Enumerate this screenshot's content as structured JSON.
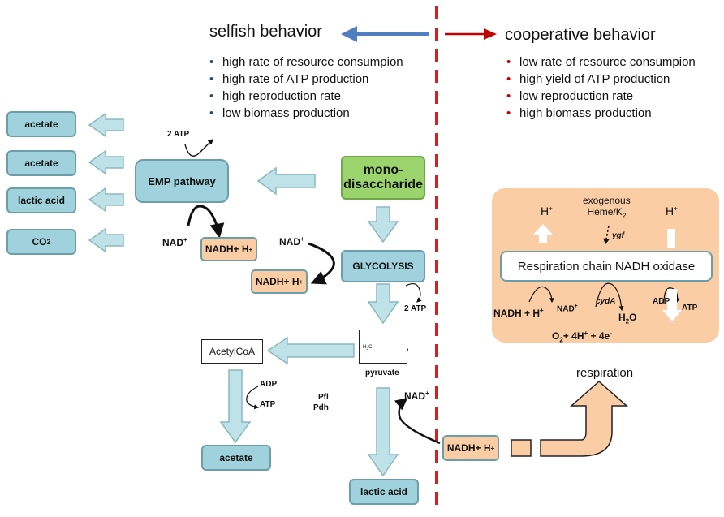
{
  "header": {
    "selfish": "selfish behavior",
    "cooperative": "cooperative behavior"
  },
  "selfish_points": [
    "high rate of resource consumpion",
    "high rate of ATP production",
    "high reproduction rate",
    "low biomass production"
  ],
  "cooperative_points": [
    "low rate of resource consumpion",
    "high yield of ATP production",
    "low reproduction rate",
    "high biomass production"
  ],
  "products_left": [
    "acetate",
    "acetate",
    "lactic acid",
    "CO"
  ],
  "co2_sub": "2",
  "emp": {
    "label": "EMP pathway",
    "atp": "2 ATP",
    "nad": "NAD",
    "nadh": "NADH+ H"
  },
  "mono": {
    "line1": "mono-",
    "line2": "disaccharide"
  },
  "glycolysis": {
    "label": "GLYCOLYSIS",
    "nad": "NAD",
    "nadh": "NADH+ H",
    "atp": "2 ATP"
  },
  "pyruvate": {
    "label": "pyruvate",
    "formula_left": "H",
    "formula_sub": "3",
    "formula_c": "C"
  },
  "acetylcoa": {
    "label": "AcetylCoA",
    "adp": "ADP",
    "atp": "ATP",
    "product": "acetate"
  },
  "enzymes": {
    "pfl": "Pfl",
    "pdh": "Pdh"
  },
  "lactic": {
    "product": "lactic acid",
    "nad": "NAD"
  },
  "resp_nadh": "NADH+ H",
  "respiration": {
    "label": "respiration",
    "h_left": "H",
    "h_right": "H",
    "exo_line1": "exogenous",
    "exo_line2": "Heme/K",
    "exo_sub": "2",
    "ygf": "ygf",
    "chain": "Respiration chain NADH oxidase",
    "nadh": "NADH + H",
    "nad": "NAD",
    "cyda": "cydA",
    "h2o_h": "H",
    "h2o_sub": "2",
    "h2o_o": "O",
    "adp": "ADP",
    "atp": "ATP",
    "o2": "O",
    "o2_sub": "2",
    "o2_rest": "+ 4H",
    "o2_tail": " + 4e"
  },
  "colors": {
    "teal": "#9fd2dc",
    "green": "#9bd36c",
    "peach": "#fbcda5",
    "blue_arrow": "#4f7fc0",
    "red_arrow": "#c00000",
    "divider": "#d42020"
  }
}
